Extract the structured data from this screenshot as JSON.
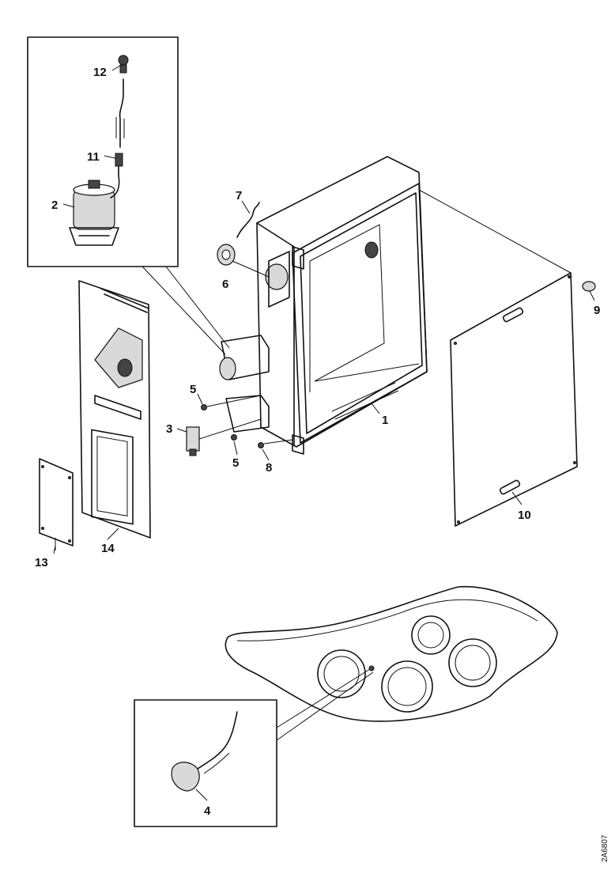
{
  "callouts": {
    "c1": "1",
    "c2": "2",
    "c3": "3",
    "c4": "4",
    "c5a": "5",
    "c5b": "5",
    "c6": "6",
    "c7": "7",
    "c8": "8",
    "c9": "9",
    "c10": "10",
    "c11": "11",
    "c12": "12",
    "c13": "13",
    "c14": "14"
  },
  "document_number": "2A6807"
}
